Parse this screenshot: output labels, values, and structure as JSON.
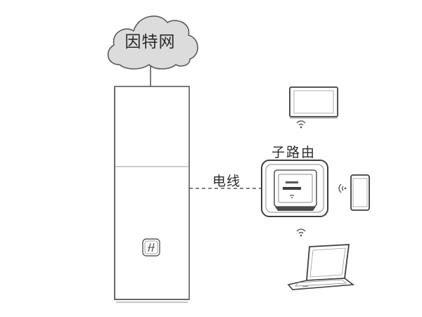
{
  "labels": {
    "internet": "因特网",
    "sub_router": "子路由",
    "powerline": "电线"
  },
  "icons": {
    "cloud": "cloud-icon",
    "main_router": "main-router-icon",
    "sub_router": "sub-router-icon",
    "tablet": "tablet-icon",
    "phone": "phone-icon",
    "laptop": "laptop-icon",
    "wifi": "wifi-signal-icon"
  },
  "colors": {
    "stroke": "#5a5a5a",
    "cloud_fill": "#dcdcdc",
    "device_fill": "#ffffff"
  }
}
